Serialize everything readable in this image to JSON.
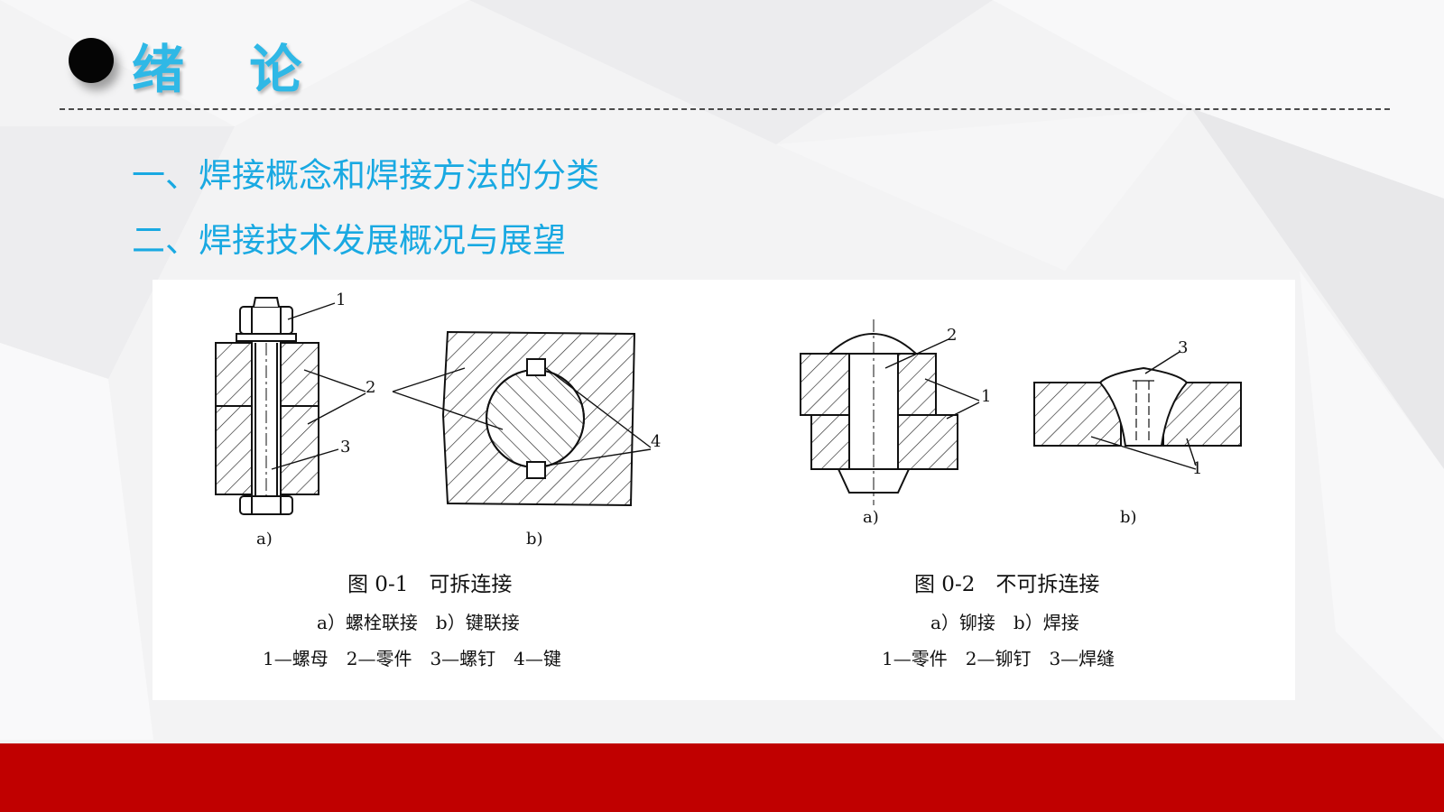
{
  "title": "绪 论",
  "outline": [
    "一、焊接概念和焊接方法的分类",
    "二、焊接技术发展概况与展望"
  ],
  "figure1": {
    "callouts": {
      "n1": "1",
      "n2": "2",
      "n3": "3",
      "n4": "4"
    },
    "sub_a": "a)",
    "sub_b": "b)",
    "caption": "图 0-1　可拆连接",
    "line1": "a）螺栓联接　b）键联接",
    "line2": "1—螺母　2—零件　3—螺钉　4—键"
  },
  "figure2": {
    "callouts": {
      "n1": "1",
      "n2": "2",
      "n3": "3",
      "n1b": "1"
    },
    "sub_a": "a)",
    "sub_b": "b)",
    "caption": "图 0-2　不可拆连接",
    "line1": "a）铆接　b）焊接",
    "line2": "1—零件　2—铆钉　3—焊缝"
  },
  "colors": {
    "title": "#2fb8e6",
    "outline": "#19a9e2",
    "footer": "#c00000",
    "background": "#f3f3f4"
  }
}
